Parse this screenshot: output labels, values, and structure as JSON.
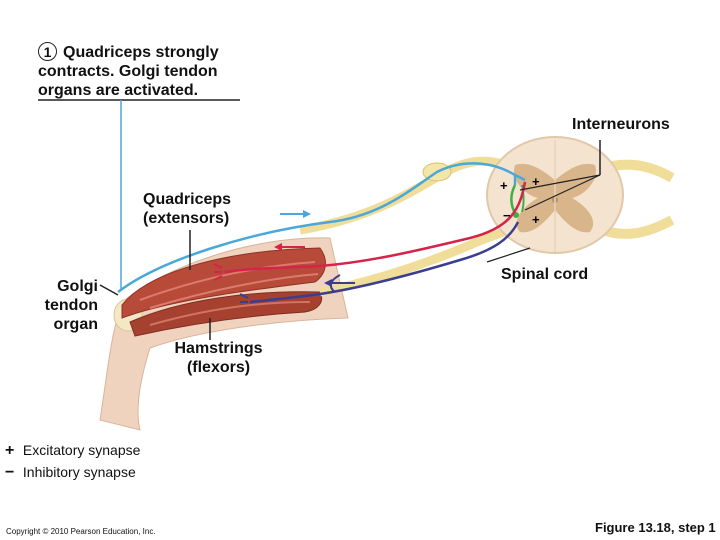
{
  "step": {
    "number": "1",
    "text_lines": [
      "Quadriceps strongly",
      "contracts. Golgi tendon",
      "organs are activated."
    ]
  },
  "labels": {
    "interneurons": "Interneurons",
    "quadriceps": [
      "Quadriceps",
      "(extensors)"
    ],
    "spinal_cord": "Spinal cord",
    "golgi": [
      "Golgi",
      "tendon",
      "organ"
    ],
    "hamstrings": [
      "Hamstrings",
      "(flexors)"
    ]
  },
  "legend": [
    {
      "symbol": "+",
      "text": "Excitatory synapse"
    },
    {
      "symbol": "−",
      "text": "Inhibitory synapse"
    }
  ],
  "synapse_signs": [
    "+",
    "+",
    "−",
    "+"
  ],
  "footer": {
    "copyright": "Copyright © 2010 Pearson Education, Inc.",
    "figure": "Figure 13.18, step 1"
  },
  "colors": {
    "sensory_neuron": "#4aa8d8",
    "interneuron": "#3fae49",
    "motor_to_quadriceps": "#d6234a",
    "motor_to_hamstrings": "#3b3d8f",
    "muscle": "#b84a3a",
    "nerve": "#f1dd9a",
    "grey_matter": "#d9b58c",
    "white_matter": "#f4e4cf",
    "skin": "#f0d3bf"
  }
}
